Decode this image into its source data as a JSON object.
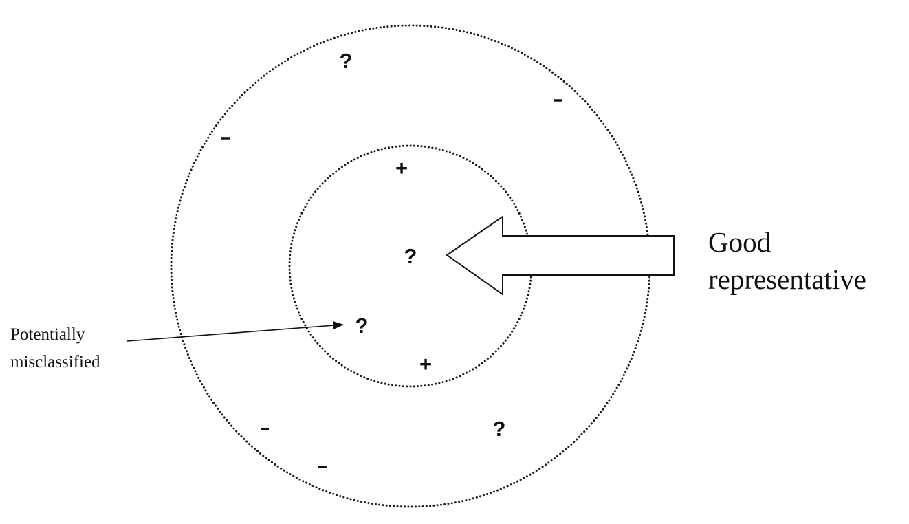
{
  "symbols": {
    "question": "?",
    "plus": "+",
    "minus": "-"
  },
  "labels": {
    "good_representative_line1": "Good",
    "good_representative_line2": "representative",
    "potentially_misclassified_line1": "Potentially",
    "potentially_misclassified_line2": "misclassified"
  },
  "colors": {
    "stroke": "#111111",
    "background": "#ffffff"
  }
}
